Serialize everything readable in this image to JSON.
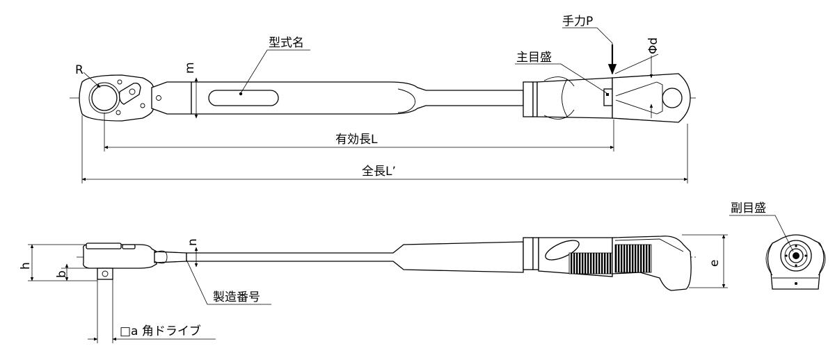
{
  "labels": {
    "model_name": "型式名",
    "hand_force": "手力P",
    "main_scale": "主目盛",
    "pipe_diameter": "Φd",
    "radius": "R",
    "width_m": "m",
    "effective_length": "有効長L",
    "total_length": "全長L’",
    "sub_scale": "副目盛",
    "height_h": "h",
    "height_n": "n",
    "height_b": "b",
    "height_e": "e",
    "serial_number": "製造番号",
    "square_drive": "□a 角ドライブ"
  }
}
